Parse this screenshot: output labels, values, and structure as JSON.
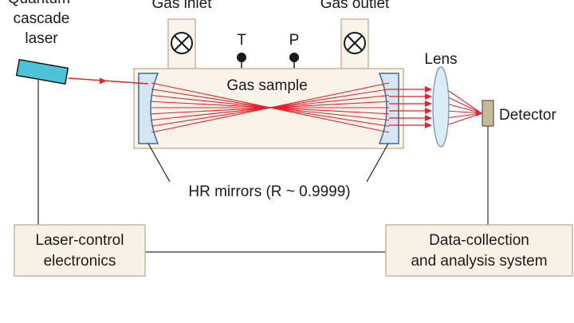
{
  "labels": {
    "laser": [
      "Quantum-",
      "cascade",
      "laser"
    ],
    "gas_inlet": "Gas inlet",
    "gas_outlet": "Gas outlet",
    "temperature": "T",
    "pressure": "P",
    "gas_sample": "Gas sample",
    "lens": "Lens",
    "detector": "Detector",
    "mirrors": "HR mirrors (R ~ 0.9999)",
    "laser_control": [
      "Laser-control",
      "electronics"
    ],
    "data_collection": [
      "Data-collection",
      "and analysis system"
    ]
  },
  "colors": {
    "beam": "#e8202a",
    "cell_fill": "#faf3ea",
    "cell_stroke": "#c9b79f",
    "mirror_fill": "#d3e6f2",
    "mirror_stroke": "#3a6c8e",
    "laser_fill": "#4cc3d8",
    "detector_fill": "#c7bb97",
    "box_fill": "#f8f1e6",
    "box_stroke": "#c9b79f",
    "lens_fill": "#dcecf6",
    "lens_stroke": "#7aa6c2"
  },
  "icons": {
    "inlet_valve": "valve-icon",
    "outlet_valve": "valve-icon"
  }
}
